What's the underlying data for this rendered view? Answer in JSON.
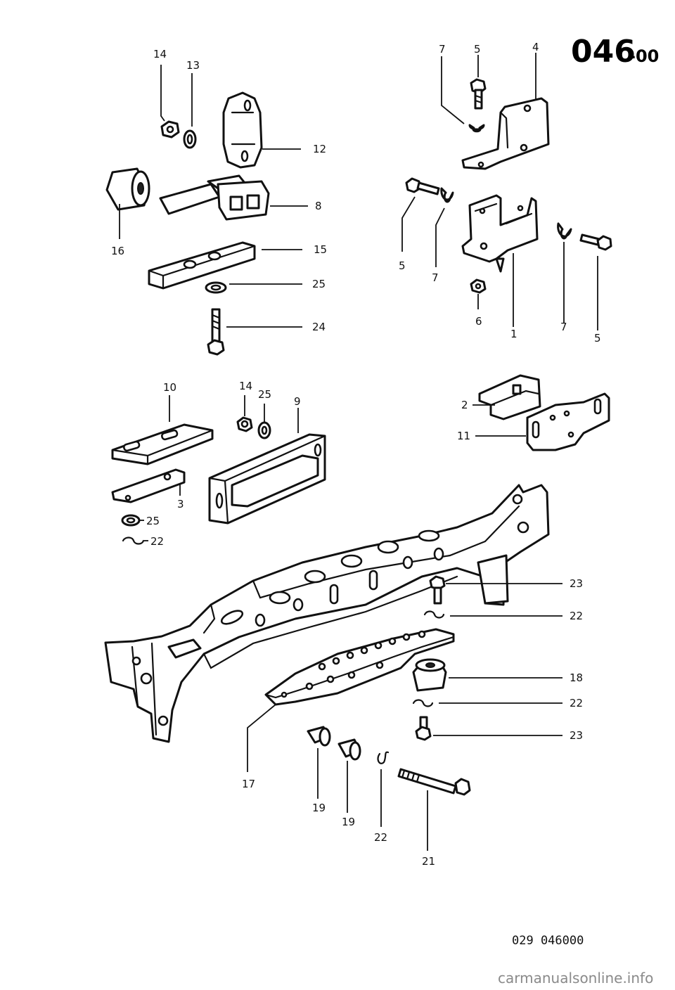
{
  "header": {
    "page_code": "046",
    "page_suffix": "-00"
  },
  "footer": {
    "reference": "029  046000",
    "watermark": "carmanualsonline.info"
  },
  "callouts": {
    "c14a": "14",
    "c13": "13",
    "c12": "12",
    "c16": "16",
    "c8": "8",
    "c15": "15",
    "c25a": "25",
    "c24": "24",
    "c7a": "7",
    "c5a": "5",
    "c4": "4",
    "c5b": "5",
    "c7b": "7",
    "c6": "6",
    "c1": "1",
    "c7c": "7",
    "c5c": "5",
    "c10": "10",
    "c14b": "14",
    "c25b": "25",
    "c9": "9",
    "c3": "3",
    "c25c": "25",
    "c22a": "22",
    "c2": "2",
    "c11": "11",
    "c23a": "23",
    "c22b": "22",
    "c18": "18",
    "c22c": "22",
    "c23b": "23",
    "c17": "17",
    "c19a": "19",
    "c19b": "19",
    "c22d": "22",
    "c21": "21"
  }
}
